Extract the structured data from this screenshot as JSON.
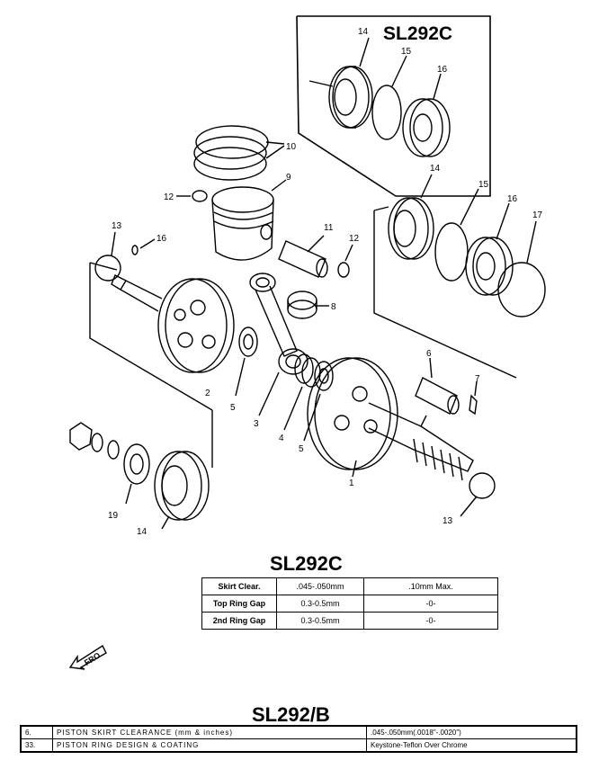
{
  "inset": {
    "title": "SL292C",
    "labels": [
      "14",
      "15",
      "16"
    ]
  },
  "callouts": {
    "c10": "10",
    "c9": "9",
    "c12a": "12",
    "c12b": "12",
    "c11": "11",
    "c13a": "13",
    "c16a": "16",
    "c14": "14",
    "c15": "15",
    "c16b": "16",
    "c17": "17",
    "c8": "8",
    "c2": "2",
    "c5a": "5",
    "c3": "3",
    "c4": "4",
    "c5b": "5",
    "c6": "6",
    "c7": "7",
    "c1": "1",
    "c19": "19",
    "c14b": "14",
    "c13b": "13"
  },
  "front_label": "FRO",
  "spec_sl292c": {
    "title": "SL292C",
    "rows": [
      {
        "label": "Skirt Clear.",
        "value": ".045-.050mm",
        "extra": ".10mm Max."
      },
      {
        "label": "Top Ring Gap",
        "value": "0.3-0.5mm",
        "extra": "-0-"
      },
      {
        "label": "2nd Ring Gap",
        "value": "0.3-0.5mm",
        "extra": "-0-"
      }
    ]
  },
  "spec_sl292b": {
    "title": "SL292/B",
    "rows": [
      {
        "num": "6.",
        "label": "PISTON SKIRT CLEARANCE (mm & inches)",
        "value": ".045-.050mm(.0018\"-.0020\")"
      },
      {
        "num": "33.",
        "label": "PISTON RING DESIGN & COATING",
        "value": "Keystone-Teflon Over Chrome"
      }
    ]
  }
}
